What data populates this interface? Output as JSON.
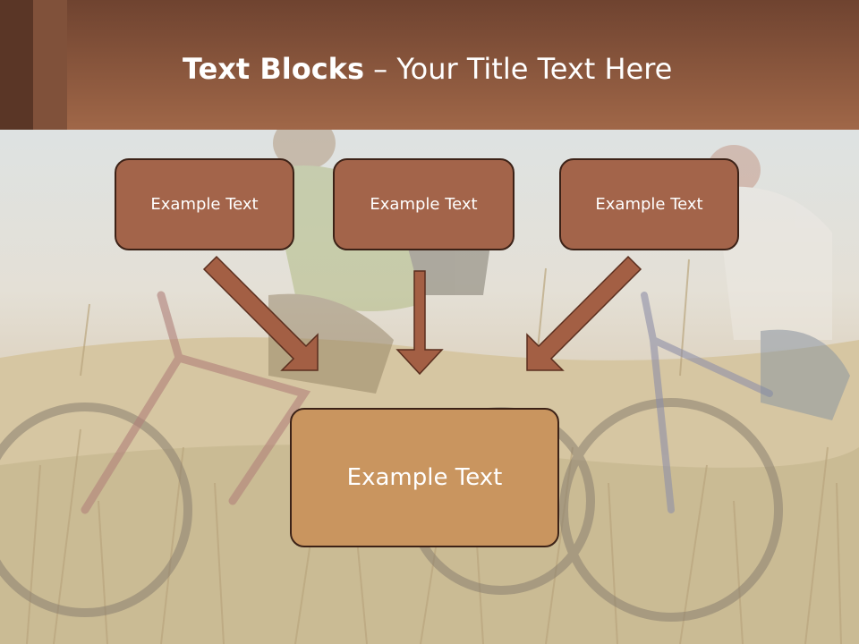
{
  "slide": {
    "title_bold": "Text Blocks",
    "title_dash": " – ",
    "title_rest": "Your Title Text Here"
  },
  "blocks": {
    "left": "Example Text",
    "center": "Example Text",
    "right": "Example Text",
    "bottom": "Example Text"
  },
  "colors": {
    "header": "#a06748",
    "small_box": "#a3644a",
    "big_box": "#c9955f",
    "arrow": "#a35f44"
  }
}
